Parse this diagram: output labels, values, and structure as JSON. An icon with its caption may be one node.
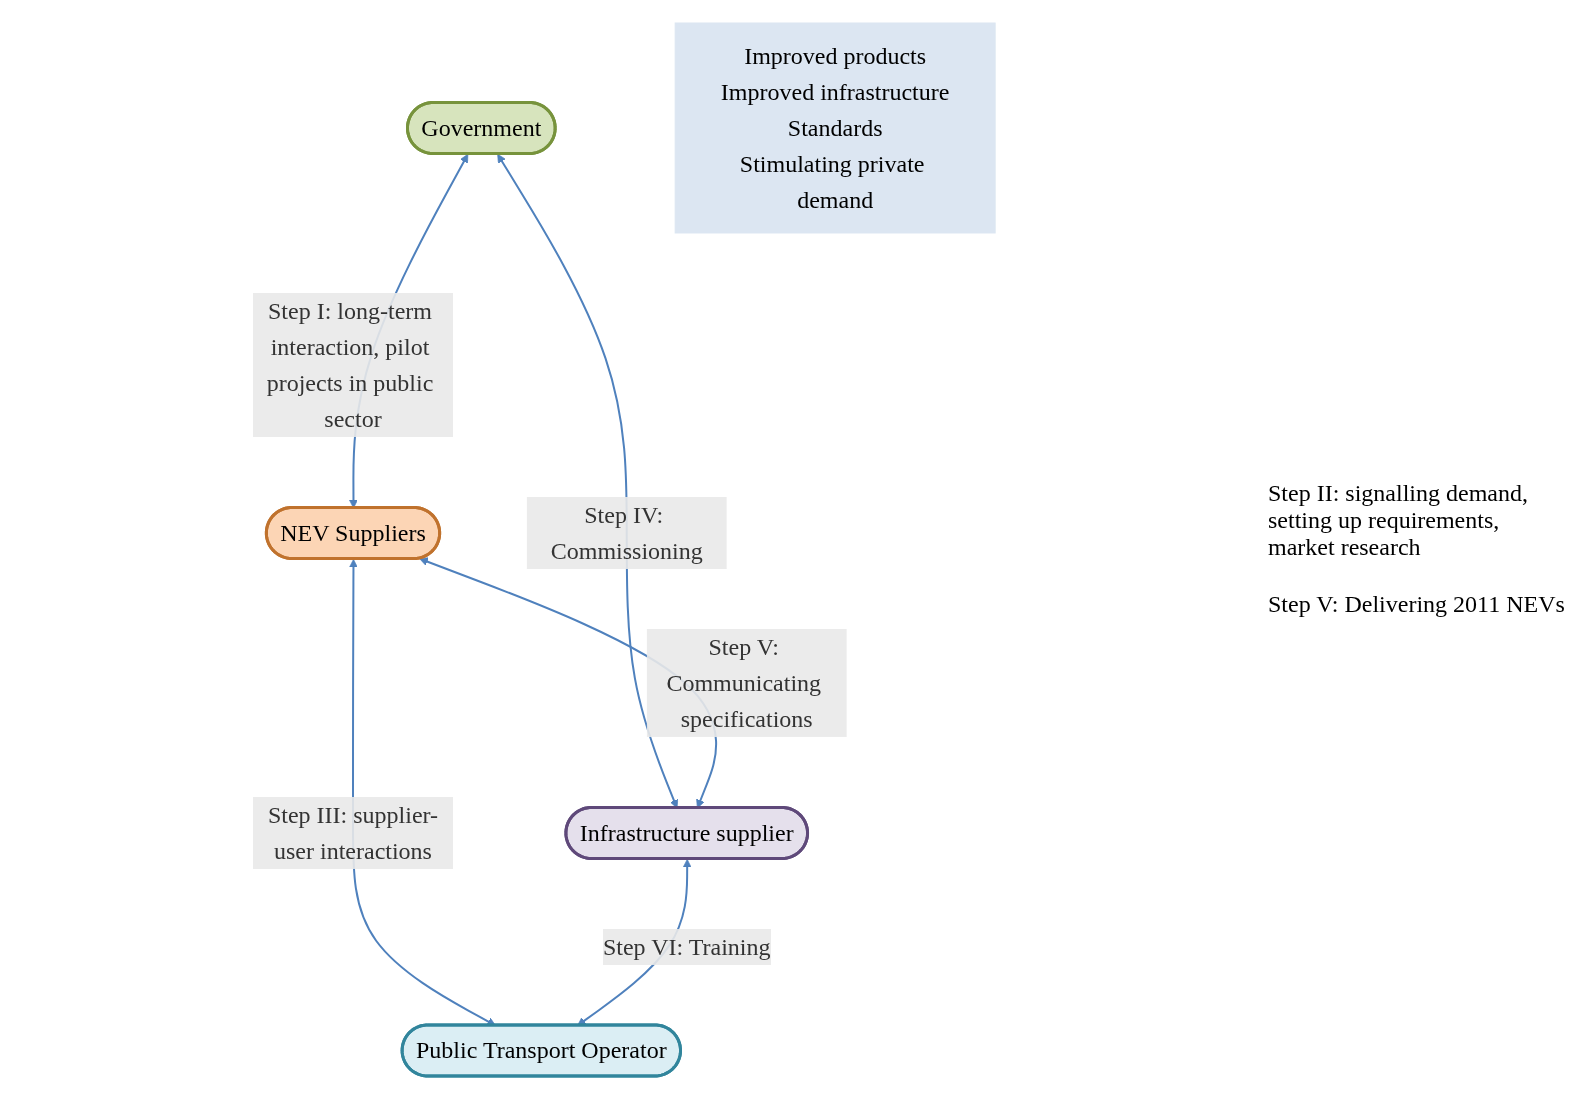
{
  "diagram": {
    "nodes": [
      {
        "text": [
          "Government"
        ]
      },
      {
        "text": [
          "NEV Suppliers"
        ]
      },
      {
        "text": [
          "Infrastructure supplier"
        ]
      },
      {
        "text": [
          "Public Transport Operator"
        ]
      },
      {
        "text": [
          "Improved products",
          "Improved infrastructure",
          "Standards",
          "Stimulating private demand"
        ]
      }
    ],
    "edges": [
      {
        "from": 0,
        "to": 1,
        "arrow": "both",
        "label": "Step I: long-term interaction, pilot projects in public sector"
      },
      {
        "from": 0,
        "to": 2,
        "arrow": "both",
        "label": "Step IV: Commissioning"
      },
      {
        "from": 1,
        "to": 2,
        "arrow": "both",
        "label": "Step V: Communicating specifications"
      },
      {
        "from": 1,
        "to": 3,
        "arrow": "both",
        "label": "Step III: supplier-user interactions"
      },
      {
        "from": 2,
        "to": 3,
        "arrow": "both",
        "label": "Step VI: Training"
      }
    ],
    "labels": [
      "Step II: signalling demand, setting up requirements, market research",
      "Step V: Delivering 2011 NEVs"
    ]
  }
}
